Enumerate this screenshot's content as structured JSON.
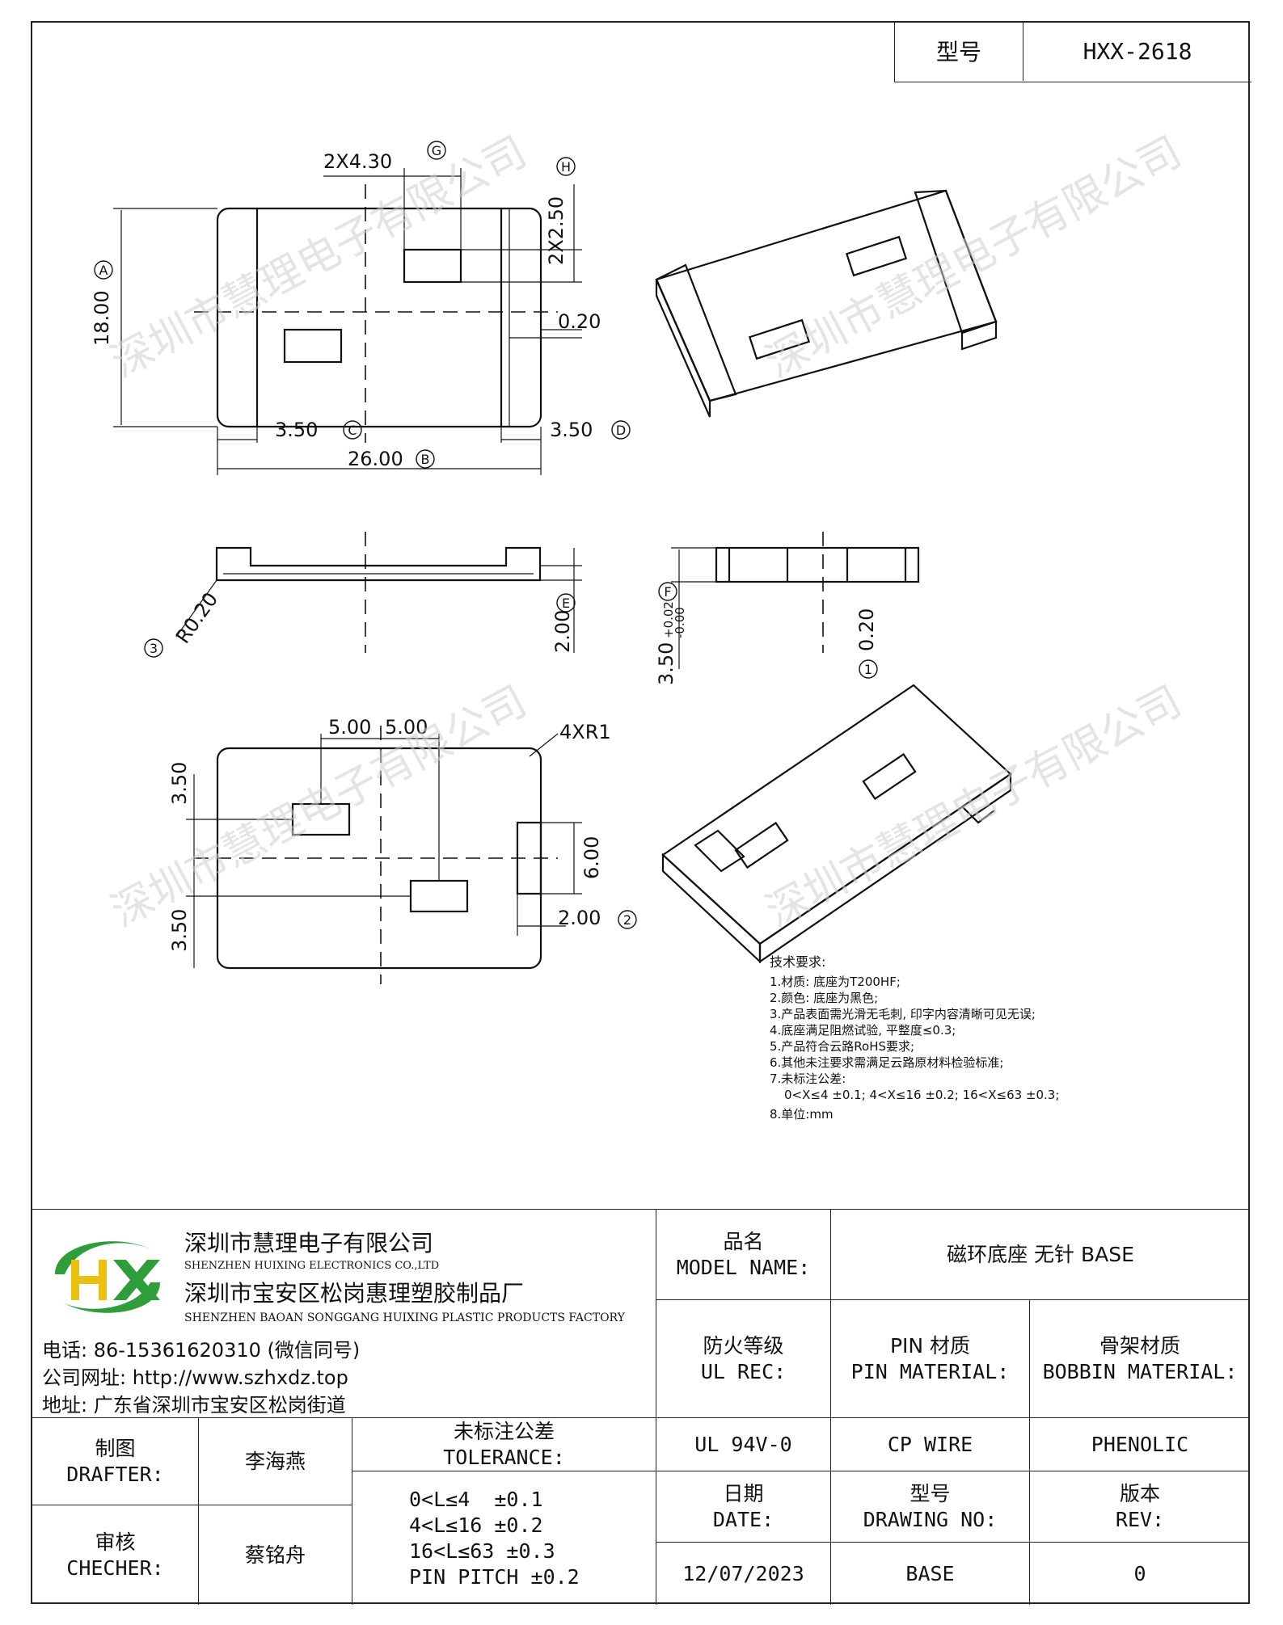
{
  "model_box": {
    "label": "型号",
    "value": "HXX-2618"
  },
  "dims": {
    "d_g": "2X4.30",
    "d_h": "2X2.50",
    "d_a": "18.00",
    "d_020a": "0.20",
    "d_c": "3.50",
    "d_d": "3.50",
    "d_b": "26.00",
    "d_r": "R0.20",
    "d_e": "2.00",
    "d_f": "3.50",
    "d_f_tol_up": "+0.02",
    "d_f_tol_dn": "-0.00",
    "d_020b": "0.20",
    "d_500a": "5.00",
    "d_500b": "5.00",
    "d_4xr1": "4XR1",
    "d_350a": "3.50",
    "d_350b": "3.50",
    "d_600": "6.00",
    "d_200": "2.00"
  },
  "markers": {
    "a": "A",
    "b": "B",
    "c": "C",
    "d": "D",
    "e": "E",
    "f": "F",
    "g": "G",
    "h": "H",
    "n1": "1",
    "n2": "2",
    "n3": "3"
  },
  "notes": {
    "title": "技术要求:",
    "lines": [
      "1.材质: 底座为T200HF;",
      "2.颜色: 底座为黑色;",
      "3.产品表面需光滑无毛刺, 印字内容清晰可见无误;",
      "4.底座满足阻燃试验, 平整度≤0.3;",
      "5.产品符合云路RoHS要求;",
      "6.其他未注要求需满足云路原材料检验标准;",
      "7.未标注公差:",
      "0<X≤4 ±0.1; 4<X≤16 ±0.2; 16<X≤63 ±0.3;",
      "8.单位:mm"
    ]
  },
  "watermark": "深圳市慧理电子有限公司",
  "company": {
    "logo_text": "HX",
    "name_cn": "深圳市慧理电子有限公司",
    "name_en": "SHENZHEN HUIXING ELECTRONICS CO.,LTD",
    "factory_cn": "深圳市宝安区松岗惠理塑胶制品厂",
    "factory_en": "SHENZHEN BAOAN SONGGANG HUIXING PLASTIC PRODUCTS FACTORY",
    "phone": "电话: 86-15361620310 (微信同号)",
    "website": "公司网址: http://www.szhxdz.top",
    "address": "地址: 广东省深圳市宝安区松岗街道"
  },
  "title_block": {
    "model_name_cn": "品名",
    "model_name_en": "MODEL NAME:",
    "model_name_value": "磁环底座 无针 BASE",
    "ul_cn": "防火等级",
    "ul_en": "UL REC:",
    "pin_cn": "PIN 材质",
    "pin_en": "PIN MATERIAL:",
    "bobbin_cn": "骨架材质",
    "bobbin_en": "BOBBIN MATERIAL:",
    "ul_value": "UL 94V-0",
    "pin_value": "CP WIRE",
    "bobbin_value": "PHENOLIC",
    "drafter_cn": "制图",
    "drafter_en": "DRAFTER:",
    "drafter_name": "李海燕",
    "checker_cn": "审核",
    "checker_en": "CHECHER:",
    "checker_name": "蔡铭舟",
    "tol_cn": "未标注公差",
    "tol_en": "TOLERANCE:",
    "tol_lines": [
      "0<L≤4  ±0.1",
      "4<L≤16 ±0.2",
      "16<L≤63 ±0.3",
      "PIN PITCH ±0.2"
    ],
    "date_cn": "日期",
    "date_en": "DATE:",
    "date_value": "12/07/2023",
    "dwg_cn": "型号",
    "dwg_en": "DRAWING NO:",
    "dwg_value": "BASE",
    "rev_cn": "版本",
    "rev_en": "REV:",
    "rev_value": "0"
  }
}
